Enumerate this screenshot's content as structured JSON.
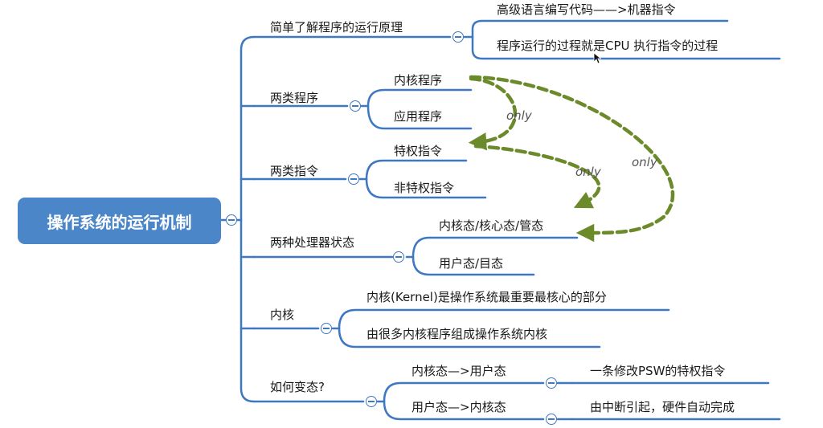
{
  "root": "操作系统的运行机制",
  "branches": [
    {
      "label": "简单了解程序的运行原理",
      "children": [
        "高级语言编写代码——>机器指令",
        "程序运行的过程就是CPU 执行指令的过程"
      ]
    },
    {
      "label": "两类程序",
      "children": [
        "内核程序",
        "应用程序"
      ]
    },
    {
      "label": "两类指令",
      "children": [
        "特权指令",
        "非特权指令"
      ]
    },
    {
      "label": "两种处理器状态",
      "children": [
        "内核态/核心态/管态",
        "用户态/目态"
      ]
    },
    {
      "label": "内核",
      "children": [
        "内核(Kernel)是操作系统最重要最核心的部分",
        "由很多内核程序组成操作系统内核"
      ]
    },
    {
      "label": "如何变态?",
      "children": [
        {
          "label": "内核态—>用户态",
          "child": "一条修改PSW的特权指令"
        },
        {
          "label": "用户态—>内核态",
          "child": "由中断引起，硬件自动完成"
        }
      ]
    }
  ],
  "annotations": {
    "only_1": "only",
    "only_2": "only",
    "only_3": "only"
  },
  "colors": {
    "root": "#4a86c8",
    "line": "#3f78c2",
    "arrow": "#6b8a2a"
  }
}
